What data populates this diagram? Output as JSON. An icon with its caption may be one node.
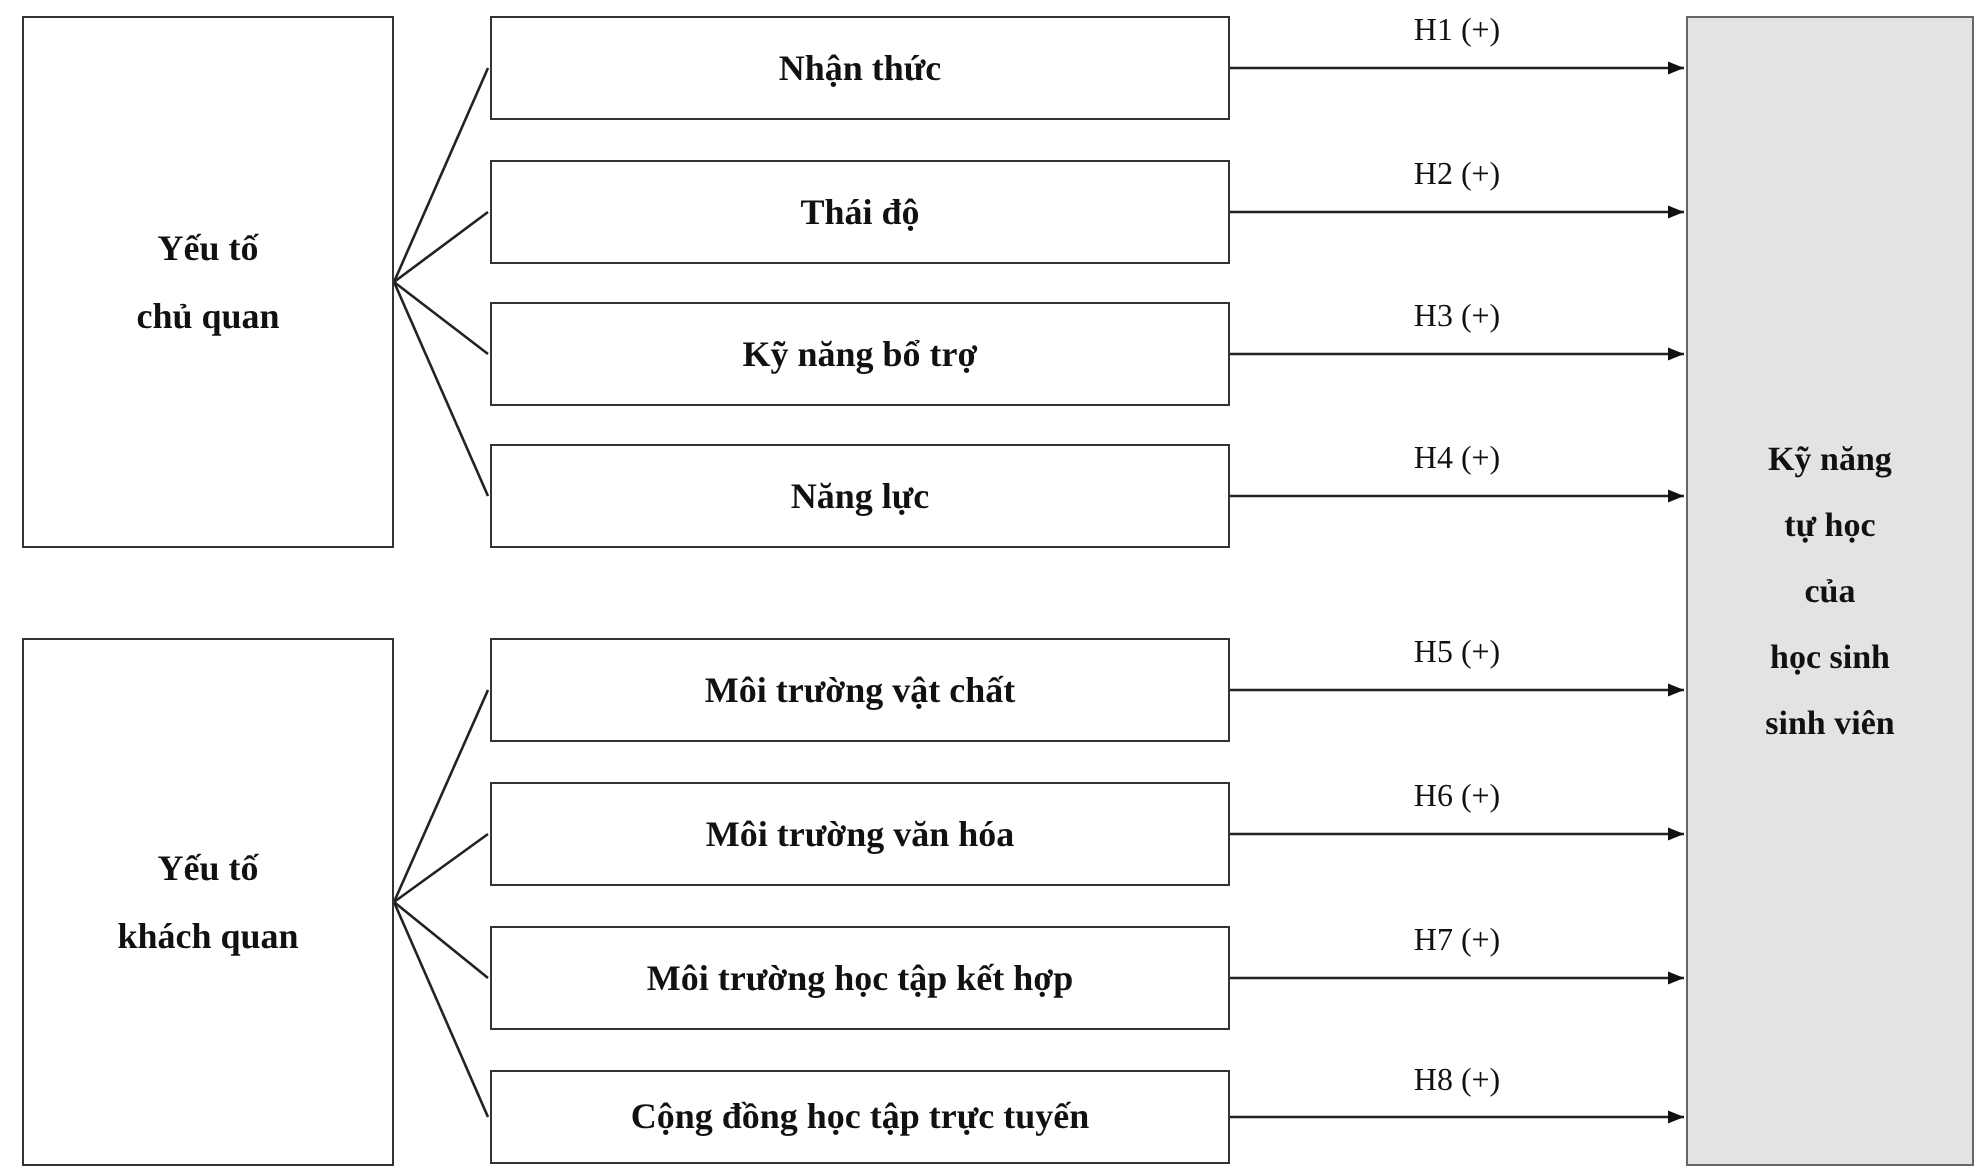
{
  "diagram": {
    "nodes": [
      {
        "text": [
          "Yếu tố chủ quan"
        ]
      },
      {
        "text": [
          "Nhận thức"
        ]
      },
      {
        "text": [
          "Thái độ"
        ]
      },
      {
        "text": [
          "Kỹ năng bổ trợ"
        ]
      },
      {
        "text": [
          "Năng lực"
        ]
      },
      {
        "text": [
          "Yếu tố khách quan"
        ]
      },
      {
        "text": [
          "Môi trường vật chất"
        ]
      },
      {
        "text": [
          "Môi trường văn hóa"
        ]
      },
      {
        "text": [
          "Môi trường học tập kết hợp"
        ]
      },
      {
        "text": [
          "Cộng đồng học tập trực tuyến"
        ]
      },
      {
        "text": [
          "Kỹ năng tự học của học sinh sinh viên"
        ]
      }
    ],
    "edges": [
      {
        "from": 0,
        "to": 1,
        "arrow": "none"
      },
      {
        "from": 0,
        "to": 2,
        "arrow": "none"
      },
      {
        "from": 0,
        "to": 3,
        "arrow": "none"
      },
      {
        "from": 0,
        "to": 4,
        "arrow": "none"
      },
      {
        "from": 5,
        "to": 6,
        "arrow": "none"
      },
      {
        "from": 5,
        "to": 7,
        "arrow": "none"
      },
      {
        "from": 5,
        "to": 8,
        "arrow": "none"
      },
      {
        "from": 5,
        "to": 9,
        "arrow": "none"
      },
      {
        "from": 1,
        "to": 10,
        "arrow": "to",
        "label": "H1 (+)"
      },
      {
        "from": 2,
        "to": 10,
        "arrow": "to",
        "label": "H2 (+)"
      },
      {
        "from": 3,
        "to": 10,
        "arrow": "to",
        "label": "H3 (+)"
      },
      {
        "from": 4,
        "to": 10,
        "arrow": "to",
        "label": "H4 (+)"
      },
      {
        "from": 6,
        "to": 10,
        "arrow": "to",
        "label": "H5 (+)"
      },
      {
        "from": 7,
        "to": 10,
        "arrow": "to",
        "label": "H6 (+)"
      },
      {
        "from": 8,
        "to": 10,
        "arrow": "to",
        "label": "H7 (+)"
      },
      {
        "from": 9,
        "to": 10,
        "arrow": "to",
        "label": "H8 (+)"
      }
    ]
  }
}
